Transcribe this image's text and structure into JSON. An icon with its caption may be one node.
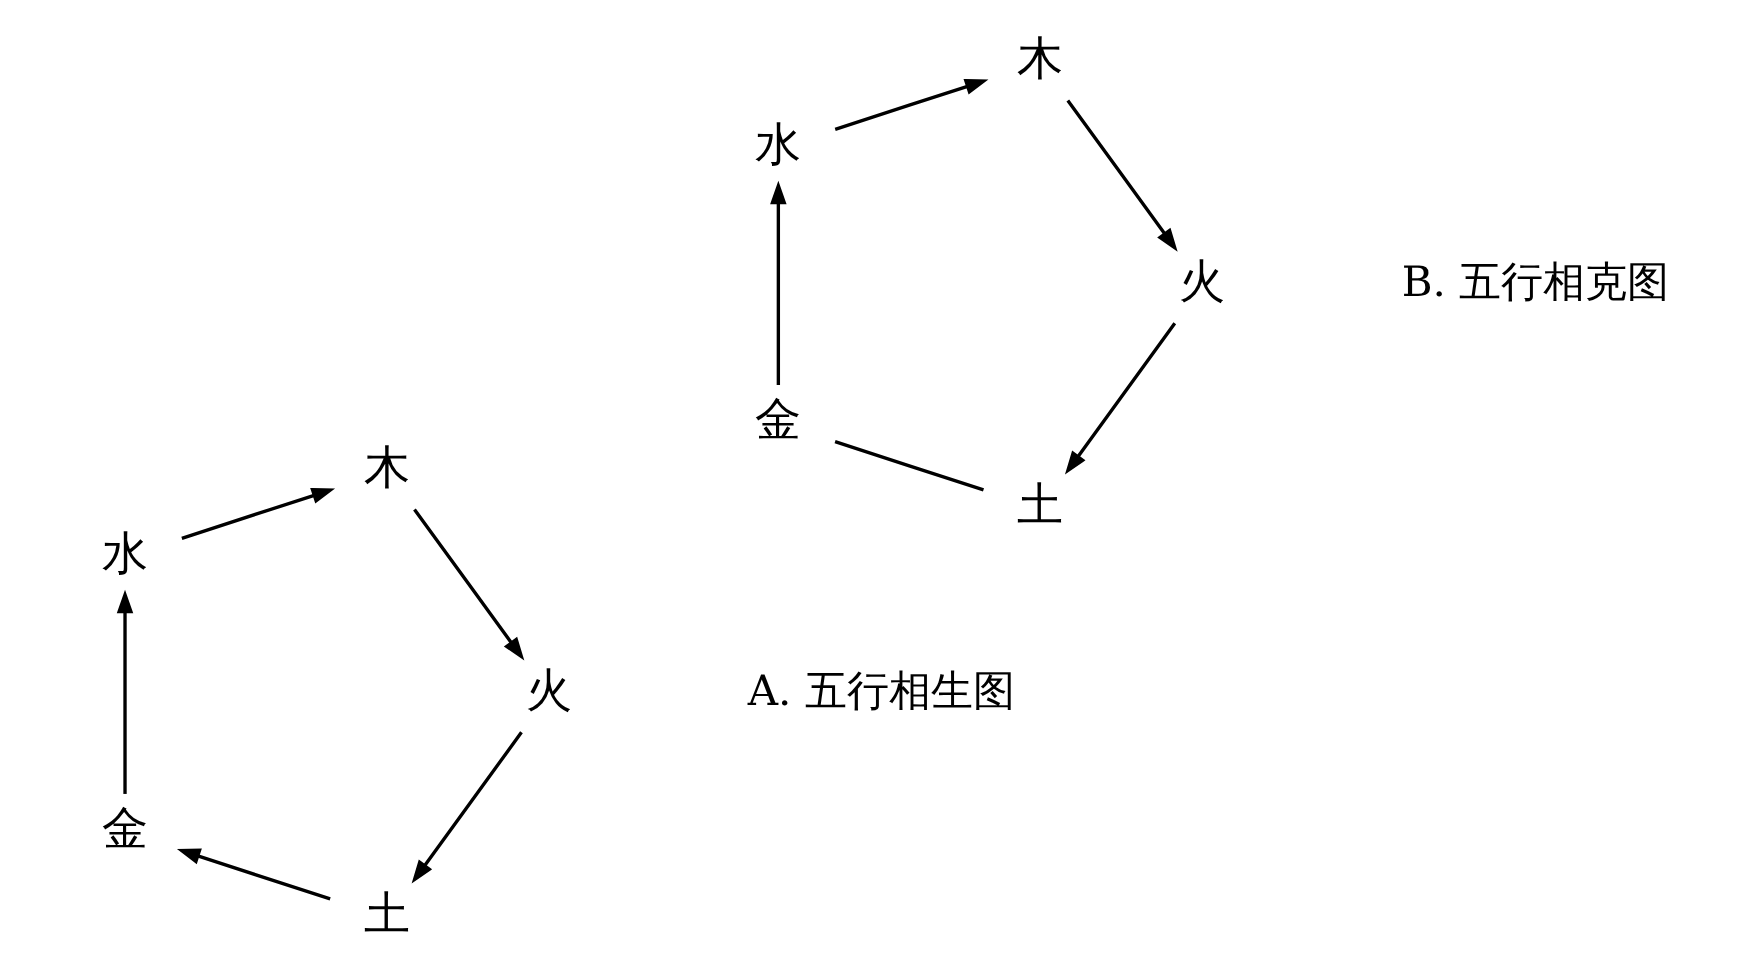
{
  "diagram": {
    "nodes": [
      {
        "text": [
          "火"
        ]
      },
      {
        "text": [
          "木"
        ]
      },
      {
        "text": [
          "土"
        ]
      },
      {
        "text": [
          "水"
        ]
      },
      {
        "text": [
          "金"
        ]
      },
      {
        "text": [
          "火"
        ]
      },
      {
        "text": [
          "木"
        ]
      },
      {
        "text": [
          "土"
        ]
      },
      {
        "text": [
          "水"
        ]
      },
      {
        "text": [
          "金"
        ]
      }
    ],
    "edges": [
      {
        "from": 1,
        "to": 0,
        "arrow": "to"
      },
      {
        "from": 0,
        "to": 2,
        "arrow": "to"
      },
      {
        "from": 2,
        "to": 4,
        "arrow": "to"
      },
      {
        "from": 4,
        "to": 3,
        "arrow": "to"
      },
      {
        "from": 3,
        "to": 1,
        "arrow": "to"
      },
      {
        "from": 6,
        "to": 5,
        "arrow": "to"
      },
      {
        "from": 5,
        "to": 7,
        "arrow": "to"
      },
      {
        "from": 7,
        "to": 9,
        "arrow": "none"
      },
      {
        "from": 9,
        "to": 8,
        "arrow": "to"
      },
      {
        "from": 8,
        "to": 6,
        "arrow": "to"
      }
    ],
    "labels": [
      "A. 五行相生图",
      "B. 五行相克图"
    ]
  }
}
